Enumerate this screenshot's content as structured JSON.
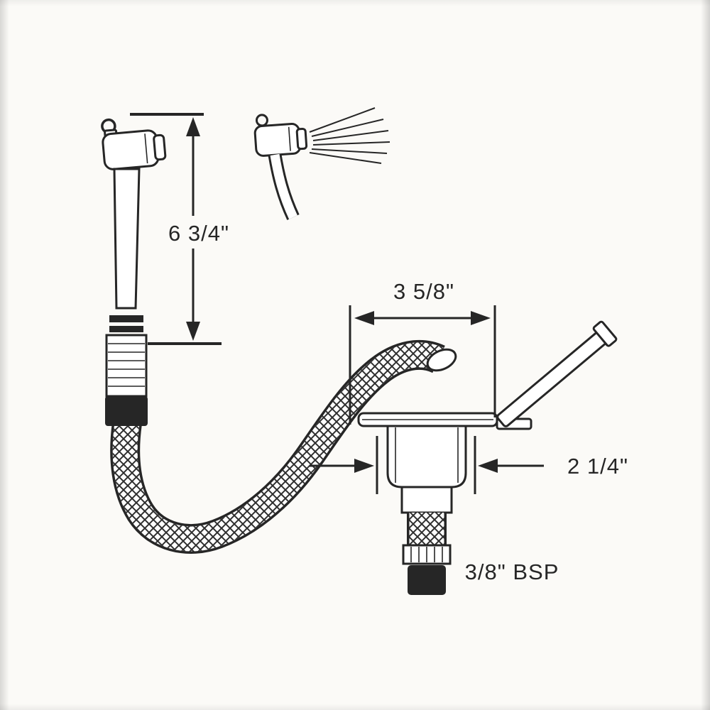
{
  "diagram": {
    "title": "shower-handset-and-deck-fitting-dimension-diagram",
    "dim_height": "6 3/4\"",
    "dim_width": "3 5/8\"",
    "dim_depth": "2 1/4\"",
    "thread": "3/8\" BSP"
  },
  "colors": {
    "ink": "#262626",
    "paper": "#fbfaf7"
  }
}
